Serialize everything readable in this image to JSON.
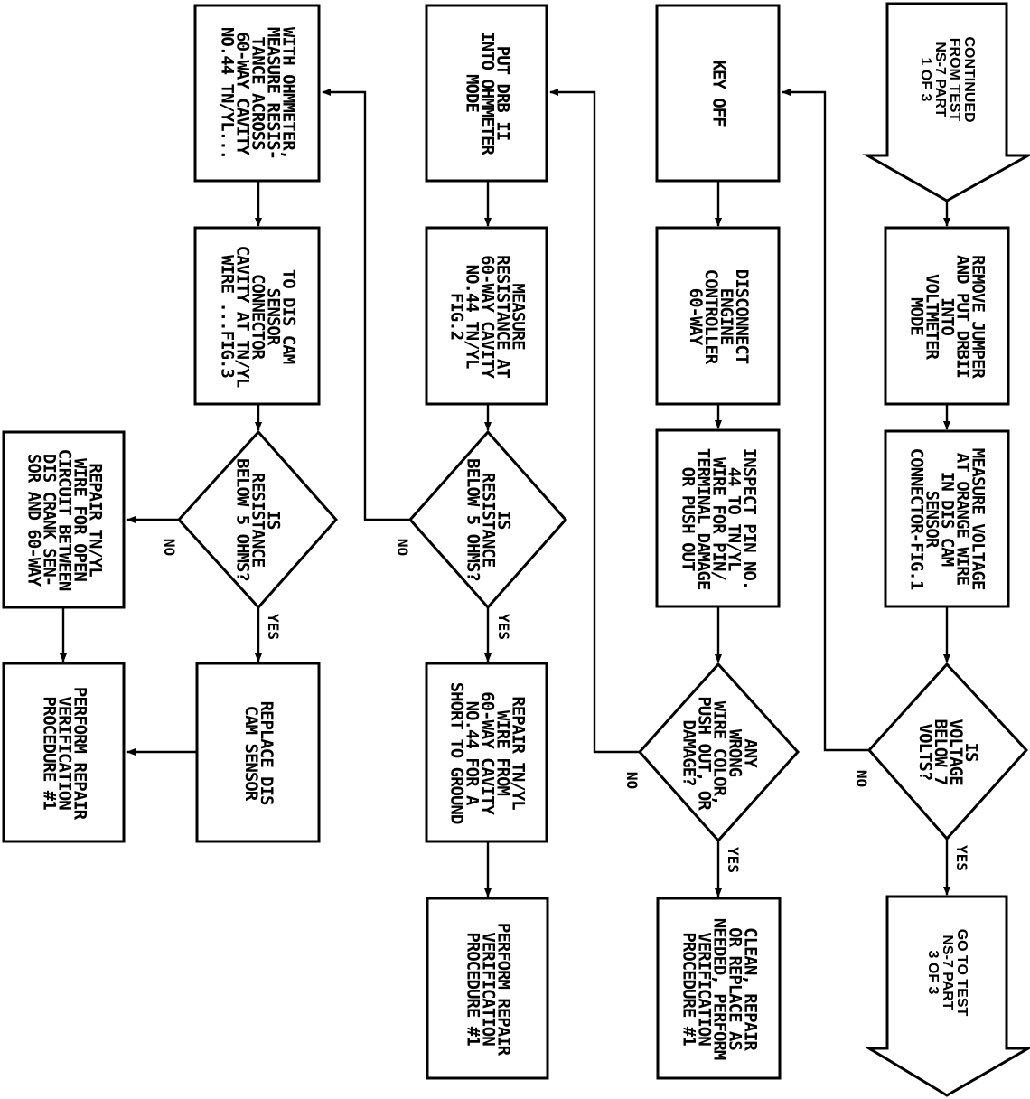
{
  "column1": {
    "continued_from": "CONTINUED\nFROM TEST\nNS-7 PART\n1 OF 3",
    "remove_jumper": "REMOVE JUMPER\nAND PUT DRBII\nINTO\nVOLTMETER\nMODE",
    "measure_voltage": "MEASURE VOLTAGE\nAT ORANGE WIRE\nIN DIS CAM\nSENSOR\nCONNECTOR-FIG.1",
    "decision_voltage": "IS\nVOLTAGE\nBELOW 7\nVOLTS?",
    "yes_label": "YES",
    "no_label": "NO",
    "goto": "GO TO TEST\nNS-7 PART\n3 OF 3"
  },
  "column2": {
    "key_off": "KEY OFF",
    "disconnect": "DISCONNECT\nENGINE\nCONTROLLER\n60-WAY",
    "inspect": "INSPECT PIN NO.\n44 TO TN/YL\nWIRE FOR PIN/\nTERMINAL DAMAGE\nOR PUSH OUT",
    "decision_damage": "ANY\nWRONG\nWIRE COLOR,\nPUSH OUT, OR\nDAMAGE?",
    "yes_label": "YES",
    "no_label": "NO",
    "clean_repair": "CLEAN, REPAIR\nOR REPLACE AS\nNEEDED, PERFORM\nVERIFICATION\nPROCEDURE #1"
  },
  "column3": {
    "put_drb": "PUT DRB II\nINTO OHMMETER\nMODE",
    "measure_resistance": "MEASURE\nRESISTANCE AT\n60-WAY CAVITY\nNO.44 TN/YL\nFIG.2",
    "decision_resistance": "IS\nRESISTANCE\nBELOW 5 OHMS?",
    "yes_label": "YES",
    "no_label": "NO",
    "repair_short": "REPAIR TN/YL\nWIRE FROM\n60-WAY CAVITY\nNO.44 FOR A\nSHORT TO GROUND",
    "perform": "PERFORM REPAIR\nVERIFICATION\nPROCEDURE #1"
  },
  "column4": {
    "with_ohmmeter": "WITH OHMMETER,\nMEASURE RESIS-\nTANCE ACROSS\n60-WAY CAVITY\nNO.44 TN/YL...",
    "to_dis_cam": "TO DIS CAM\nSENSOR\nCONNECTOR\nCAVITY AT TN/YL\nWIRE ...FIG.3",
    "decision_resistance": "IS\nRESISTANCE\nBELOW 5 OHMS?",
    "yes_label": "YES",
    "no_label": "NO",
    "replace_dis": "REPLACE DIS\nCAM SENSOR"
  },
  "column5": {
    "repair_open": "REPAIR TN/YL\nWIRE FOR OPEN\nCIRCUIT BETWEEN\nDIS CRANK SEN-\nSOR AND 60-WAY",
    "perform": "PERFORM REPAIR\nVERIFICATION\nPROCEDURE #1"
  }
}
